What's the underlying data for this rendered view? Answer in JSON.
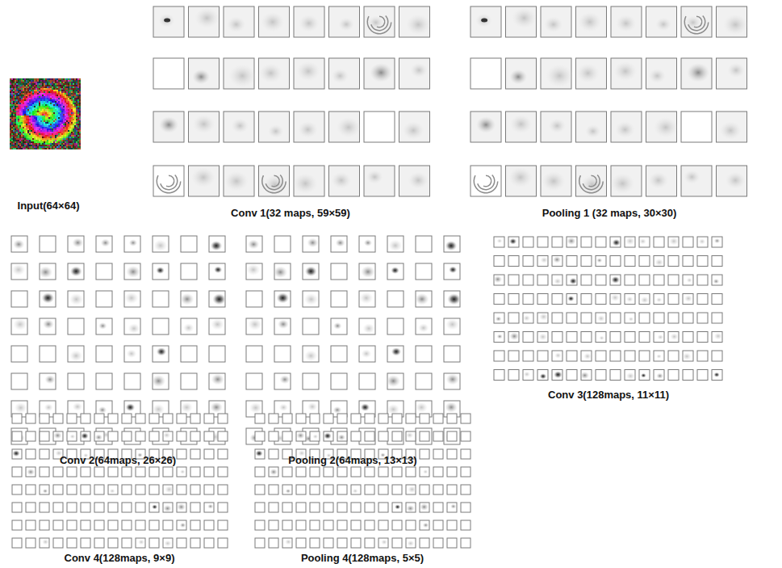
{
  "diagram": {
    "labels": [
      "Input(64×64)",
      "Conv 1(32 maps, 59×59)",
      "Pooling 1 (32 maps, 30×30)",
      "Conv 2(64maps, 26×26)",
      "Pooling 2(64maps, 13×13)",
      "Conv 3(128maps, 11×11)",
      "Conv 4(128maps, 9×9)",
      "Pooling 4(128maps, 5×5)"
    ]
  }
}
